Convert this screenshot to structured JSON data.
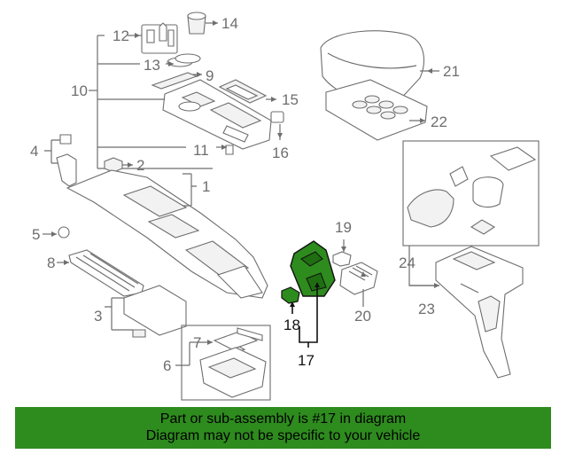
{
  "callouts": {
    "n1": "1",
    "n2": "2",
    "n3": "3",
    "n4": "4",
    "n5": "5",
    "n6": "6",
    "n7": "7",
    "n8": "8",
    "n9": "9",
    "n10": "10",
    "n11": "11",
    "n12": "12",
    "n13": "13",
    "n14": "14",
    "n15": "15",
    "n16": "16",
    "n17": "17",
    "n18": "18",
    "n19": "19",
    "n20": "20",
    "n21": "21",
    "n22": "22",
    "n23": "23",
    "n24": "24"
  },
  "banner": {
    "line1": "Part or sub-assembly is #17 in diagram",
    "line2": "Diagram may not be specific to your vehicle"
  },
  "colors": {
    "highlight": "#2e8b1e",
    "line": "#6e6e6e"
  }
}
